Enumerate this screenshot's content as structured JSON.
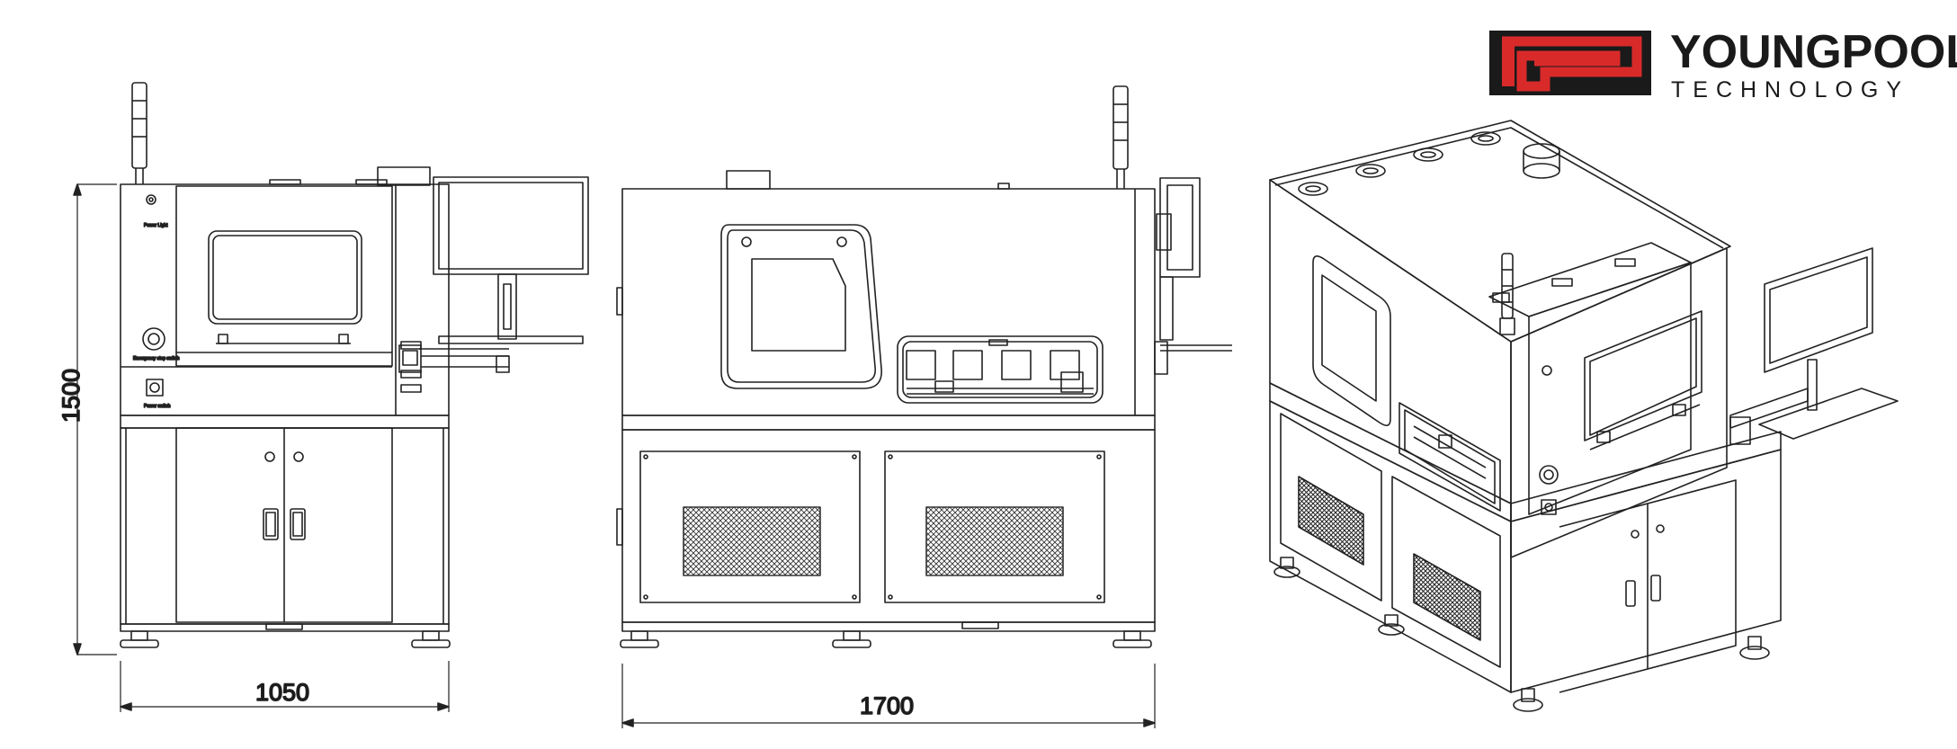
{
  "brand": {
    "name": "YOUNGPOOL",
    "tagline": "TECHNOLOGY",
    "logo_color": "#d92a2a",
    "logo_bg": "#1a1a1a"
  },
  "dimensions": {
    "height": "1500",
    "front_width": "1050",
    "side_width": "1700"
  },
  "panel_labels": {
    "power_light": "Power Light",
    "emergency_stop": "Emergency stop switch",
    "power_switch": "Power switch"
  }
}
